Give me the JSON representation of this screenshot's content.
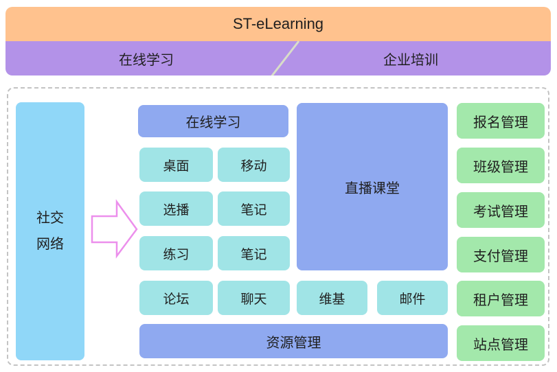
{
  "banner": {
    "title": "ST-eLearning",
    "left_tab": "在线学习",
    "right_tab": "企业培训"
  },
  "diagram": {
    "social_lines": [
      "社交",
      "网络"
    ],
    "online_learning_header": "在线学习",
    "features": [
      "桌面",
      "移动",
      "选播",
      "笔记",
      "练习",
      "笔记",
      "论坛",
      "聊天",
      "维基",
      "邮件"
    ],
    "live_classroom": "直播课堂",
    "resource_bar": "资源管理",
    "management": [
      "报名管理",
      "班级管理",
      "考试管理",
      "支付管理",
      "租户管理",
      "站点管理"
    ]
  },
  "colors": {
    "banner_orange": "#FFC28E",
    "banner_purple": "#B392E8",
    "block_blue": "#8FA9F0",
    "block_sky": "#90D7F8",
    "block_cyan": "#A0E4E6",
    "block_green": "#A3E8AB",
    "arrow_outline": "#EC8FEC",
    "dashed_border": "#C3C3C3",
    "divider_line": "#D9DDC9"
  }
}
